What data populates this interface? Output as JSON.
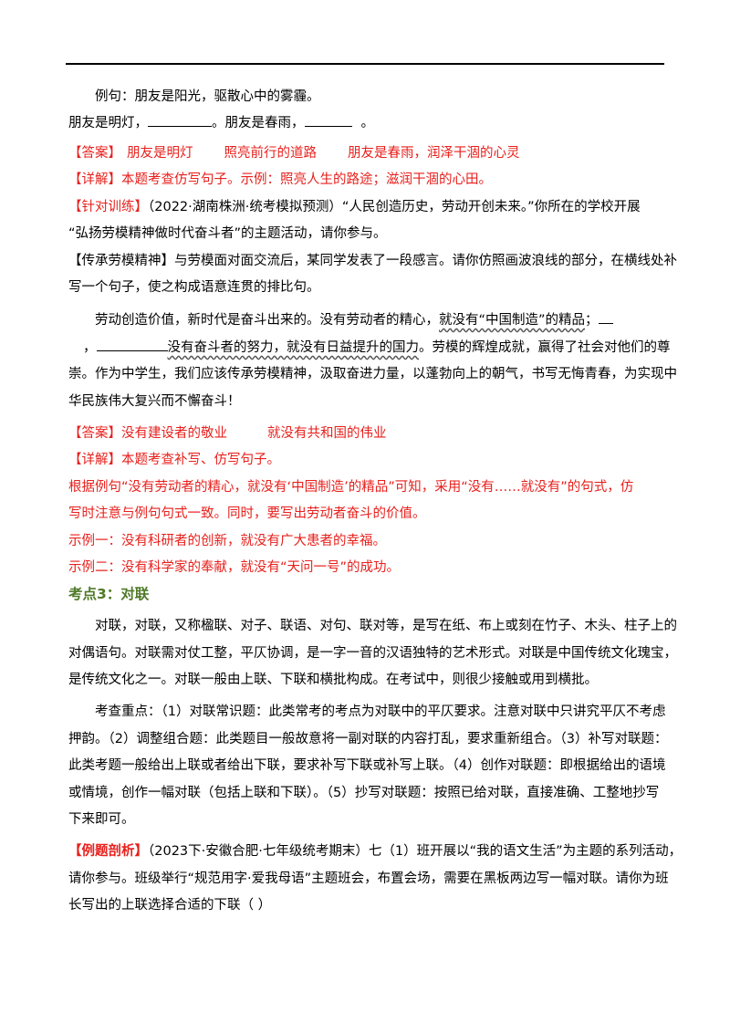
{
  "example_sentence": "例句：朋友是阳光，驱散心中的雾霾。",
  "q1": {
    "prefix": "朋友是明灯，",
    "mid": "。朋友是春雨，",
    "end": "。"
  },
  "answer1": {
    "label": "【答案】",
    "a1": "朋友是明灯",
    "a2": "照亮前行的道路",
    "a3": "朋友是春雨，润泽干涸的心灵"
  },
  "detail1": "【详解】本题考查仿写句子。示例：照亮人生的路途；滋润干涸的心田。",
  "training": {
    "label": "【针对训练】",
    "line1": "（2022·湖南株洲·统考模拟预测）“人民创造历史，劳动开创未来。”你所在的学校开展",
    "line2": "“弘扬劳模精神做时代奋斗者”的主题活动，请你参与。"
  },
  "inherit": {
    "line1": "【传承劳模精神】与劳模面对面交流后，某同学发表了一段感言。请你仿照画波浪线的部分，在横线处补",
    "line2": "写一个句子，使之构成语意连贯的排比句。"
  },
  "passage": {
    "p1_a": "劳动创造价值，新时代是奋斗出来的。没有劳动者的精心，",
    "p1_wavy": "就没有“中国制造”的精品",
    "p1_b": "；",
    "p2_a": "，",
    "p2_wavy": "没有奋斗者的努力，就没有日益提升的国力",
    "p2_b": "。劳模的辉煌成就，赢得了社会对他们的尊",
    "p3": "崇。作为中学生，我们应该传承劳模精神，汲取奋进力量，以蓬勃向上的朝气，书写无悔青春，为实现中",
    "p4": "华民族伟大复兴而不懈奋斗！"
  },
  "answer2": {
    "label": "【答案】",
    "a1": "没有建设者的敬业",
    "a2": "就没有共和国的伟业"
  },
  "detail2": {
    "line1": "【详解】本题考查补写、仿写句子。",
    "line2": "根据例句“没有劳动者的精心，就没有‘中国制造’的精品”可知，采用“没有……就没有”的句式，仿",
    "line3": "写时注意与例句句式一致。同时，要写出劳动者奋斗的价值。",
    "ex1": "示例一：没有科研者的创新，就没有广大患者的幸福。",
    "ex2": "示例二：没有科学家的奉献，就没有“天问一号”的成功。"
  },
  "section_title": "考点3：对联",
  "duilian": {
    "p1": "对联，对联，又称楹联、对子、联语、对句、联对等，是写在纸、布上或刻在竹子、木头、柱子上的",
    "p2": "对偶语句。对联需对仗工整，平仄协调，是一字一音的汉语独特的艺术形式。对联是中国传统文化瑰宝，",
    "p3": "是传统文化之一。对联一般由上联、下联和横批构成。在考试中，则很少接触或用到横批。",
    "k1": "考查重点：（1）对联常识题：此类常考的考点为对联中的平仄要求。注意对联中只讲究平仄不考虑",
    "k2": "押韵。（2）调整组合题：此类题目一般故意将一副对联的内容打乱，要求重新组合。（3）补写对联题：",
    "k3": "此类考题一般给出上联或者给出下联，要求补写下联或补写上联。（4）创作对联题：即根据给出的语境",
    "k4": "或情境，创作一幅对联（包括上联和下联）。（5）抄写对联题：按照已给对联，直接准确、工整地抄写",
    "k5": "下来即可。"
  },
  "example_analysis": {
    "label": "【例题剖析】",
    "line1": "（2023下·安徽合肥·七年级统考期末）七（1）班开展以“我的语文生活”为主题的系列活动，",
    "line2": "请你参与。班级举行“规范用字·爱我母语”主题班会，布置会场，需要在黑板两边写一幅对联。请你为班",
    "line3": "长写出的上联选择合适的下联（    ）"
  }
}
